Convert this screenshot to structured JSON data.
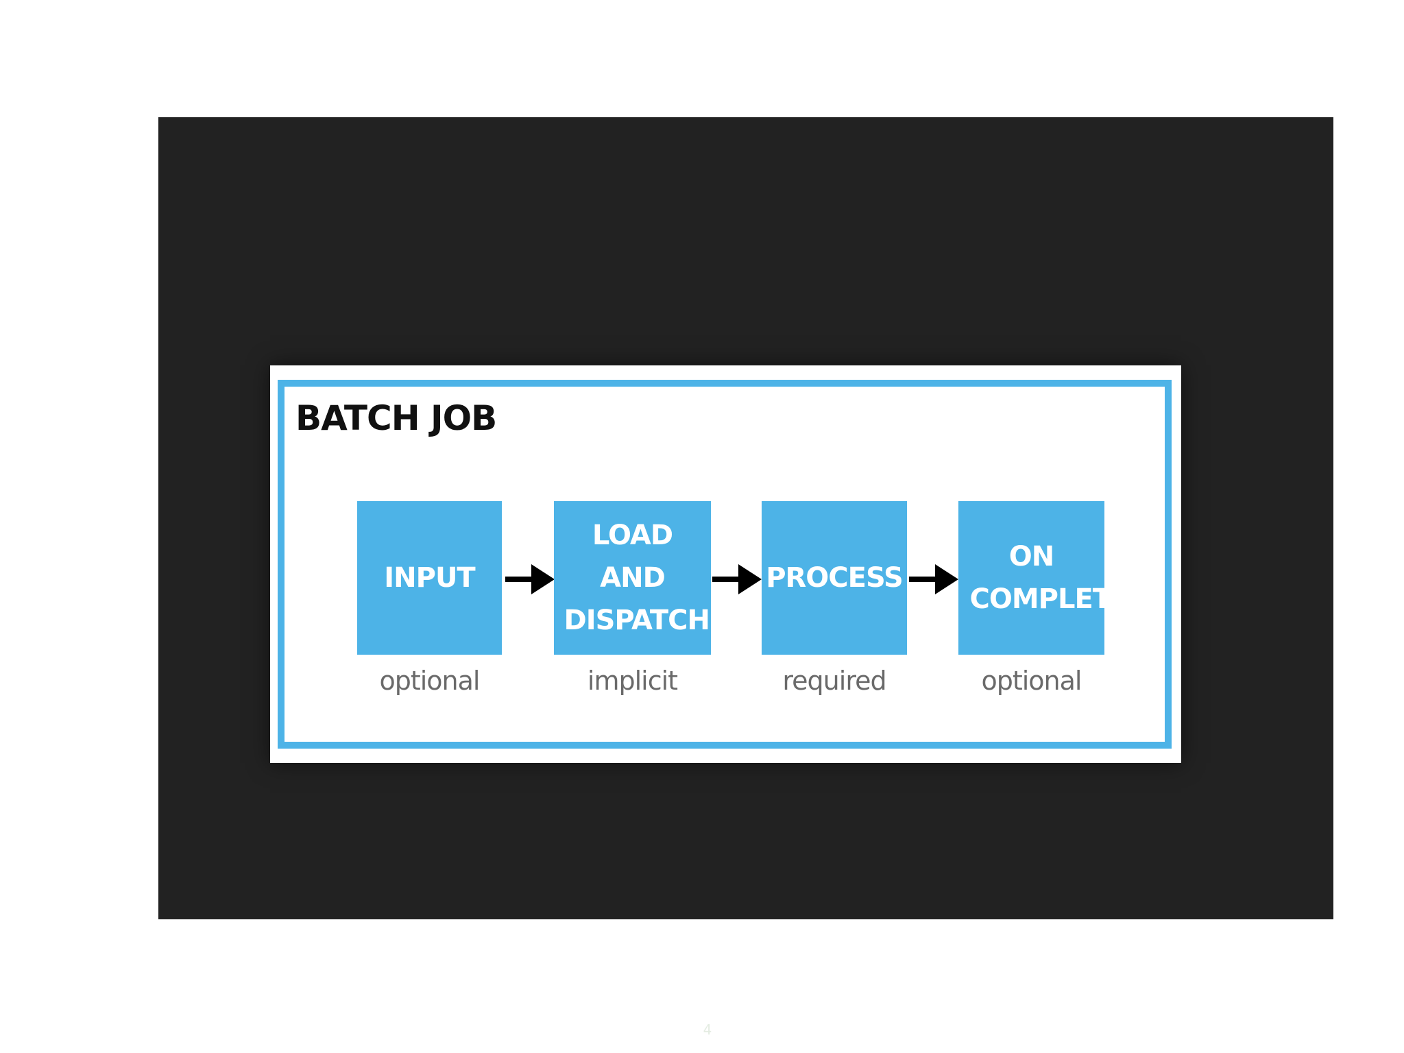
{
  "diagram": {
    "title": "BATCH JOB",
    "steps": [
      {
        "label": "INPUT",
        "note": "optional"
      },
      {
        "label": "LOAD AND DISPATCH",
        "note": "implicit"
      },
      {
        "label": "PROCESS",
        "note": "required"
      },
      {
        "label": "ON COMPLETE",
        "note": "optional"
      }
    ],
    "colors": {
      "accent": "#4db3e7",
      "background": "#222222",
      "arrow": "#000000"
    }
  },
  "page_number": "4"
}
